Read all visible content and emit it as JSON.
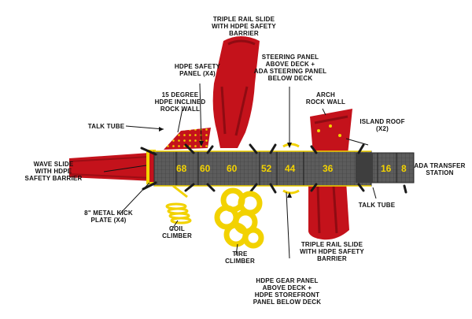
{
  "labels": {
    "triple_slide_top": "TRIPLE RAIL SLIDE\nWITH HDPE SAFETY\nBARRIER",
    "hdpe_safety_panel": "HDPE SAFETY\nPANEL (X4)",
    "steering_panel": "STEERING PANEL\nABOVE DECK +\nADA STEERING PANEL\nBELOW DECK",
    "rock_wall_15": "15 DEGREE\nHDPE INCLINED\nROCK WALL",
    "arch_rock_wall": "ARCH\nROCK WALL",
    "island_roof": "ISLAND ROOF\n(X2)",
    "talk_tube_left": "TALK TUBE",
    "wave_slide": "WAVE SLIDE\nWITH HDPE\nSAFETY BARRIER",
    "ada_transfer": "ADA TRANSFER\nSTATION",
    "metal_kick": "8\" METAL KICK\nPLATE (X4)",
    "coil_climber": "COIL\nCLIMBER",
    "tire_climber": "TIRE\nCLIMBER",
    "talk_tube_right": "TALK TUBE",
    "triple_slide_bottom": "TRIPLE RAIL SLIDE\nWITH HDPE SAFETY\nBARRIER",
    "gear_panel": "HDPE GEAR PANEL\nABOVE DECK +\nHDPE STOREFRONT\nPANEL BELOW DECK"
  },
  "deck_heights": [
    "68",
    "60",
    "60",
    "52",
    "44",
    "36",
    "16",
    "8"
  ],
  "colors": {
    "slide_red": "#c4121b",
    "deck_gray": "#5a5a5a",
    "accent_yellow": "#f2d200",
    "post_black": "#1a1a1a"
  }
}
